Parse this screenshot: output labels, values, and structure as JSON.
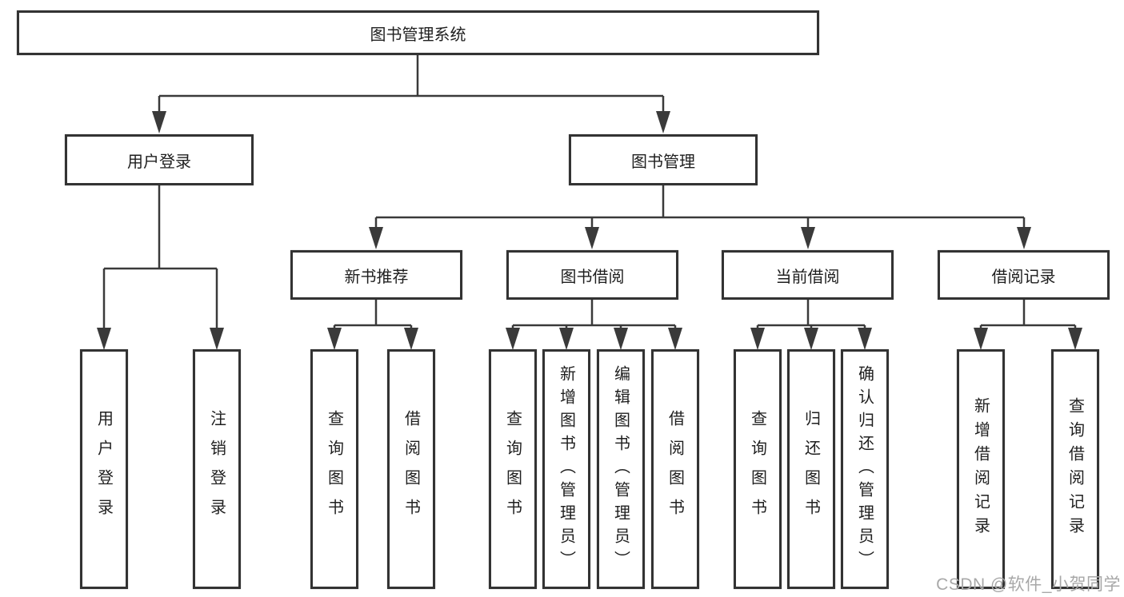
{
  "diagram": {
    "type": "hierarchy",
    "nodes": {
      "root": {
        "label": "图书管理系统"
      },
      "user_login": {
        "label": "用户登录"
      },
      "book_mgmt": {
        "label": "图书管理"
      },
      "new_book_rec": {
        "label": "新书推荐"
      },
      "book_borrow": {
        "label": "图书借阅"
      },
      "current_borrow": {
        "label": "当前借阅"
      },
      "borrow_records": {
        "label": "借阅记录"
      },
      "leaf_user_login": {
        "label": "用户登录"
      },
      "leaf_logout": {
        "label": "注销登录"
      },
      "leaf_rec_query_book": {
        "label": "查询图书"
      },
      "leaf_rec_borrow_book": {
        "label": "借阅图书"
      },
      "leaf_bb_query_book": {
        "label": "查询图书"
      },
      "leaf_bb_add_book": {
        "label": "新增图书（管理员）"
      },
      "leaf_bb_edit_book": {
        "label": "编辑图书（管理员）"
      },
      "leaf_bb_borrow_book": {
        "label": "借阅图书"
      },
      "leaf_cb_query_book": {
        "label": "查询图书"
      },
      "leaf_cb_return_book": {
        "label": "归还图书"
      },
      "leaf_cb_confirm_return": {
        "label": "确认归还（管理员）"
      },
      "leaf_br_add_record": {
        "label": "新增借阅记录"
      },
      "leaf_br_query_record": {
        "label": "查询借阅记录"
      }
    },
    "hierarchy": {
      "root": [
        "user_login",
        "book_mgmt"
      ],
      "user_login": [
        "leaf_user_login",
        "leaf_logout"
      ],
      "book_mgmt": [
        "new_book_rec",
        "book_borrow",
        "current_borrow",
        "borrow_records"
      ],
      "new_book_rec": [
        "leaf_rec_query_book",
        "leaf_rec_borrow_book"
      ],
      "book_borrow": [
        "leaf_bb_query_book",
        "leaf_bb_add_book",
        "leaf_bb_edit_book",
        "leaf_bb_borrow_book"
      ],
      "current_borrow": [
        "leaf_cb_query_book",
        "leaf_cb_return_book",
        "leaf_cb_confirm_return"
      ],
      "borrow_records": [
        "leaf_br_add_record",
        "leaf_br_query_record"
      ]
    },
    "colors": {
      "line": "#3a3a3a",
      "box_border": "#333333",
      "text": "#1f1f1f",
      "background": "#ffffff",
      "watermark": "#a8a8a8"
    }
  },
  "watermark": {
    "text": "CSDN @软件_小贺同学"
  }
}
